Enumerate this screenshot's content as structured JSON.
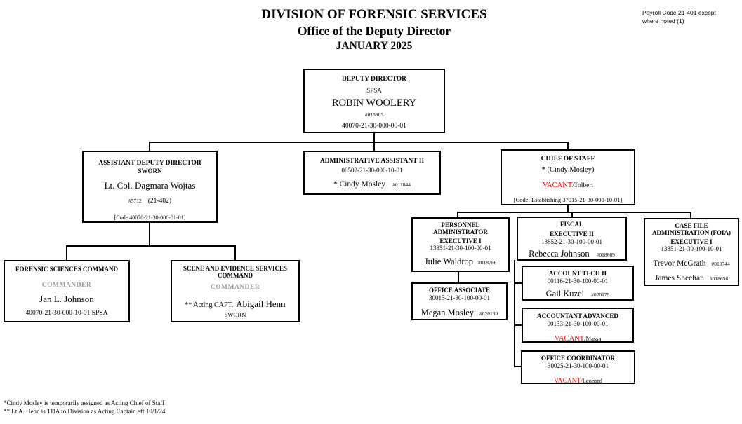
{
  "colors": {
    "vacant_red": "#ff0000",
    "commander_gray": "#9b9b9b"
  },
  "header": {
    "title_line1": "DIVISION OF FORENSIC SERVICES",
    "title_line2": "Office of the Deputy Director",
    "title_line3": "JANUARY 2025",
    "payroll_note_line1": "Payroll Code 21-401 except",
    "payroll_note_line2": "where noted (1)"
  },
  "boxes": {
    "deputy_director": {
      "title": "DEPUTY DIRECTOR",
      "subtitle": "SPSA",
      "name": "ROBIN WOOLERY",
      "badge": "#015903",
      "code": "40070-21-30-000-00-01"
    },
    "assistant_deputy_director": {
      "title": "ASSISTANT DEPUTY DIRECTOR",
      "subtitle": "SWORN",
      "name": "Lt. Col. Dagmara Wojtas",
      "badge": "#5712",
      "payroll": "(21-402)",
      "code": "[Code  40070-21-30-000-01-01]"
    },
    "administrative_assistant": {
      "title": "ADMINISTRATIVE ASSISTANT II",
      "code": "00502-21-30-000-10-01",
      "name": "* Cindy Mosley",
      "badge": "#011844"
    },
    "chief_of_staff": {
      "title": "CHIEF OF STAFF",
      "acting": "* (Cindy Mosley)",
      "vacant": "VACANT",
      "vacant_suffix": "/Tolbert",
      "code": "[Code: Establishing 37015-21-30-000-10-01]"
    },
    "forensic_sciences_command": {
      "title": "FORENSIC SCIENCES COMMAND",
      "role": "COMMANDER",
      "name": "Jan L. Johnson",
      "code": "40070-21-30-000-10-01 SPSA"
    },
    "scene_evidence_command": {
      "title_line1": "SCENE AND EVIDENCE SERVICES",
      "title_line2": "COMMAND",
      "role": "COMMANDER",
      "name_prefix": "** Acting CAPT.",
      "name": "Abigail Henn",
      "subtitle": "SWORN"
    },
    "personnel_administrator": {
      "title_line1": "PERSONNEL",
      "title_line2": "ADMINISTRATOR",
      "rank": "EXECUTIVE I",
      "code": "13851-21-30-100-00-01",
      "name": "Julie Waldrop",
      "badge": "#018786"
    },
    "fiscal": {
      "title": "FISCAL",
      "rank": "EXECUTIVE II",
      "code": "13852-21-30-100-00-01",
      "name": "Rebecca Johnson",
      "badge": "#018669"
    },
    "case_file_admin": {
      "title_line1": "CASE FILE",
      "title_line2": "ADMINISTRATION (FOIA)",
      "rank": "EXECUTIVE I",
      "code": "13851-21-30-100-10-01",
      "people": [
        {
          "name": "Trevor McGrath",
          "badge": "#019744"
        },
        {
          "name": "James Sheehan",
          "badge": "#018656"
        }
      ]
    },
    "office_associate": {
      "title": "OFFICE ASSOCIATE",
      "code": "30015-21-30-100-00-01",
      "name": "Megan Mosley",
      "badge": "#020130"
    },
    "account_tech": {
      "title": "ACCOUNT TECH II",
      "code": "00116-21-30-100-00-01",
      "name": "Gail Kuzel",
      "badge": "#020179"
    },
    "accountant_advanced": {
      "title": "ACCOUNTANT ADVANCED",
      "code": "00133-21-30-100-00-01",
      "vacant": "VACANT",
      "vacant_suffix": "/Massa"
    },
    "office_coordinator": {
      "title": "OFFICE COORDINATOR",
      "code": "30025-21-30-100-00-01",
      "vacant": "VACANT",
      "vacant_suffix": "/Leonard"
    }
  },
  "footnotes": {
    "line1": "*Cindy Mosley is temporarily assigned as Acting Chief of Staff",
    "line2": "** Lt  A. Henn is TDA to Division as Acting Captain eff 10/1/24"
  }
}
